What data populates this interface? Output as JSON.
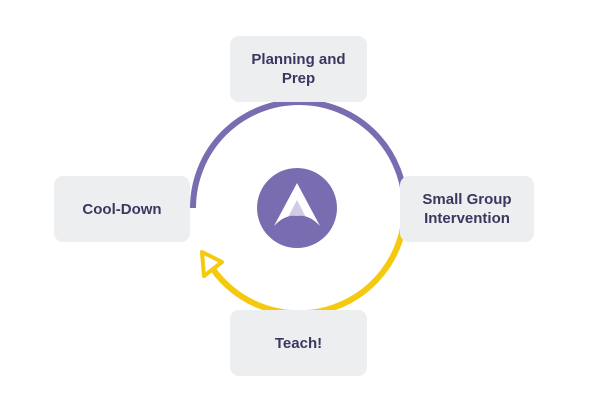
{
  "diagram": {
    "steps": [
      {
        "id": "planning",
        "label": "Planning and Prep"
      },
      {
        "id": "small",
        "label": "Small Group Intervention"
      },
      {
        "id": "teach",
        "label": "Teach!"
      },
      {
        "id": "cool",
        "label": "Cool-Down"
      }
    ],
    "colors": {
      "top_arc": "#7a6cb0",
      "bottom_arc": "#f5c90f",
      "card_bg": "#eceef0",
      "card_text": "#3b3760",
      "logo_circle": "#7a6cb0",
      "logo_mark": "#ffffff"
    },
    "center_icon": "triangle-logo-icon",
    "arrow_icon": "cycle-arrowhead-icon"
  }
}
